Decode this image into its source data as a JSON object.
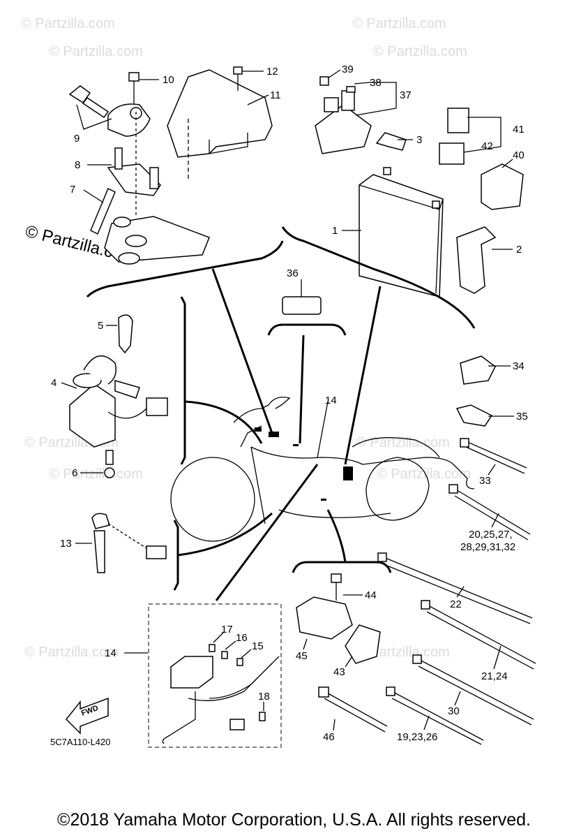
{
  "watermarks": [
    {
      "text": "© Partzilla.com"
    },
    {
      "text": "© Partzilla.com"
    },
    {
      "text": "© Partzilla.com"
    },
    {
      "text": "© Partzilla.com"
    },
    {
      "text": "© Partzilla.com"
    },
    {
      "text": "© Partzilla.com"
    },
    {
      "text": "© Partzilla.com"
    },
    {
      "text": "© Partzilla.com"
    },
    {
      "text": "© Partzilla.com"
    },
    {
      "text": "© Partzilla.com"
    }
  ],
  "center_watermark": "© Partzilla.com",
  "callouts": {
    "c1": "1",
    "c2": "2",
    "c3": "3",
    "c4": "4",
    "c5": "5",
    "c6": "6",
    "c7": "7",
    "c8": "8",
    "c9": "9",
    "c10": "10",
    "c11": "11",
    "c12": "12",
    "c13": "13",
    "c14a": "14",
    "c14b": "14",
    "c15": "15",
    "c16": "16",
    "c17": "17",
    "c18": "18",
    "c22": "22",
    "c33": "33",
    "c34": "34",
    "c35": "35",
    "c36": "36",
    "c37": "37",
    "c38": "38",
    "c39": "39",
    "c40": "40",
    "c41": "41",
    "c42": "42",
    "c43": "43",
    "c44": "44",
    "c45": "45",
    "c46": "46",
    "c20a": "20,25,27,",
    "c20b": "28,29,31,32",
    "c21": "21,24",
    "c30": "30",
    "c19": "19,23,26"
  },
  "fwd_label": "FWD",
  "diagram_code": "5C7A110-L420",
  "copyright": "©2018 Yamaha Motor Corporation, U.S.A. All rights reserved."
}
